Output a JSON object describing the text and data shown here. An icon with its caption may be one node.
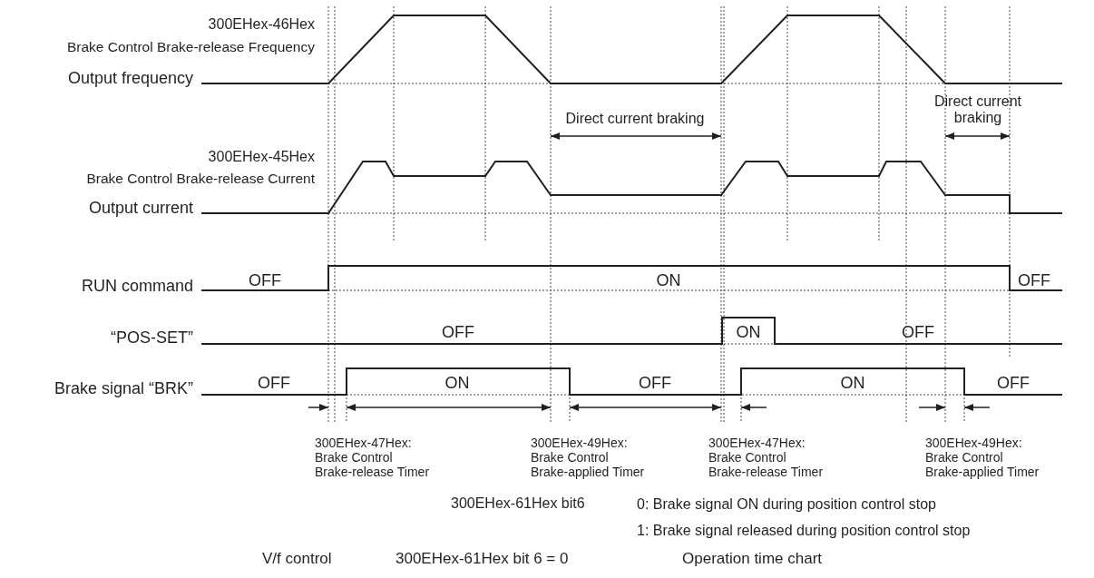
{
  "diagram": {
    "labels": [
      "300EHex-46Hex",
      "Brake Control Brake-release Frequency",
      "Output frequency",
      "Direct current braking",
      "Direct current braking",
      "300EHex-45Hex",
      "Brake Control Brake-release Current",
      "Output current",
      "RUN command",
      "OFF",
      "ON",
      "OFF",
      "“POS-SET”",
      "OFF",
      "ON",
      "OFF",
      "Brake signal “BRK”",
      "OFF",
      "ON",
      "OFF",
      "ON",
      "OFF",
      "300EHex-47Hex: Brake Control Brake-release Timer",
      "300EHex-49Hex: Brake Control Brake-applied Timer",
      "300EHex-47Hex: Brake Control Brake-release Timer",
      "300EHex-49Hex: Brake Control Brake-applied Timer",
      "300EHex-61Hex bit6",
      "0: Brake signal ON during position control stop",
      "1: Brake signal released during position control stop",
      "V/f control",
      "300EHex-61Hex bit 6 = 0",
      "Operation time chart"
    ]
  }
}
